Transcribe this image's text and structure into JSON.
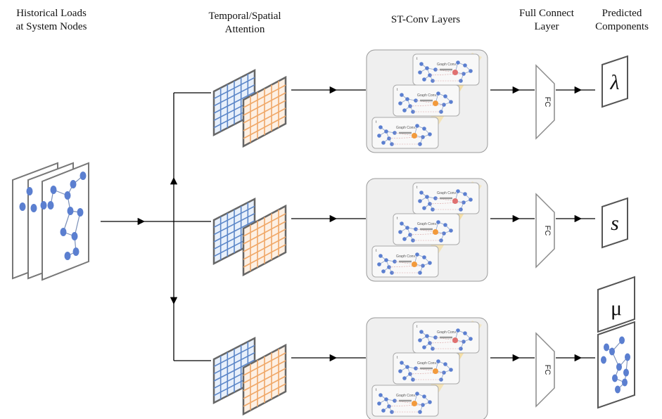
{
  "headers": {
    "historical": [
      "Historical Loads",
      "at System Nodes"
    ],
    "attention": [
      "Temporal/Spatial",
      "Attention"
    ],
    "stconv": [
      "ST-Conv Layers"
    ],
    "fc_layer": [
      "Full Connect",
      "Layer"
    ],
    "predicted": [
      "Predicted",
      "Components"
    ]
  },
  "fc_label": "FC",
  "outputs": [
    "λ",
    "s",
    "μ"
  ],
  "stconv_mini": {
    "tags": [
      "t",
      "t",
      "t"
    ],
    "conv_label": "Graph Conv."
  },
  "colors": {
    "grid_blue": "#5b86c8",
    "grid_blue_bg": "#e8f0fb",
    "grid_orange": "#f0a868",
    "grid_orange_bg": "#fdf0e4",
    "node_blue": "#5b7fd0",
    "node_orange": "#f29a3c",
    "node_red": "#e07070",
    "highlight": "#f7d98a",
    "panel_bg": "#efefef",
    "frame": "#7a7a7a"
  }
}
